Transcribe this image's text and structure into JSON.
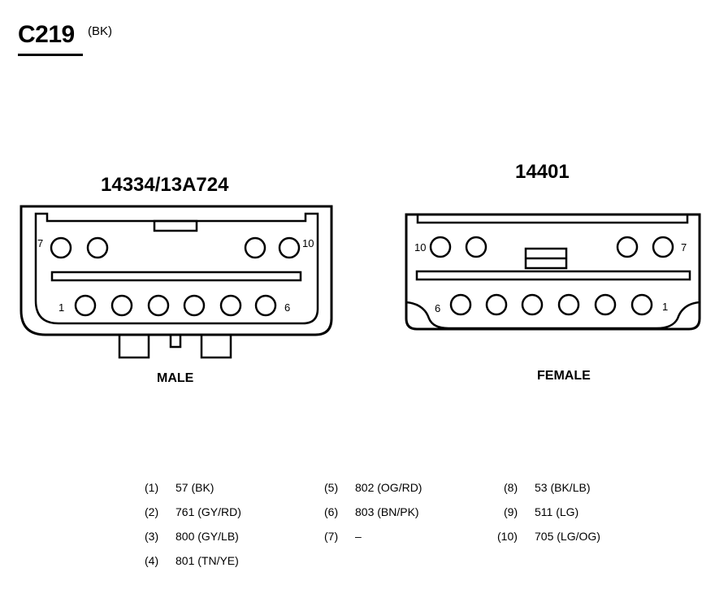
{
  "connector": {
    "id": "C219",
    "color": "(BK)"
  },
  "male": {
    "part_number": "14334/13A724",
    "label": "MALE"
  },
  "female": {
    "part_number": "14401",
    "label": "FEMALE"
  },
  "pin_numbers": {
    "male_top_left": "7",
    "male_top_right": "10",
    "male_bottom_left": "1",
    "male_bottom_right": "6",
    "female_top_left": "10",
    "female_top_right": "7",
    "female_bottom_left": "6",
    "female_bottom_right": "1"
  },
  "pins": [
    {
      "num": "(1)",
      "wire": "57 (BK)"
    },
    {
      "num": "(2)",
      "wire": "761 (GY/RD)"
    },
    {
      "num": "(3)",
      "wire": "800 (GY/LB)"
    },
    {
      "num": "(4)",
      "wire": "801 (TN/YE)"
    },
    {
      "num": "(5)",
      "wire": "802 (OG/RD)"
    },
    {
      "num": "(6)",
      "wire": "803 (BN/PK)"
    },
    {
      "num": "(7)",
      "wire": "–"
    },
    {
      "num": "(8)",
      "wire": "53 (BK/LB)"
    },
    {
      "num": "(9)",
      "wire": "511 (LG)"
    },
    {
      "num": "(10)",
      "wire": "705 (LG/OG)"
    }
  ]
}
